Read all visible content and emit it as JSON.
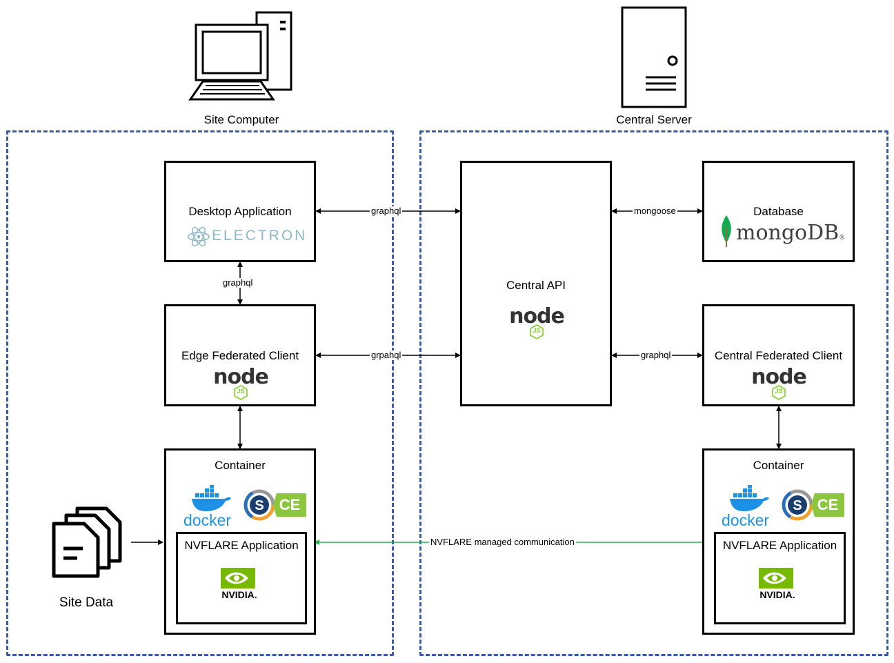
{
  "top": {
    "site_computer": "Site Computer",
    "central_server": "Central Server"
  },
  "site": {
    "desktop": {
      "title": "Desktop Application",
      "logo": "ELECTRON"
    },
    "edge": {
      "title": "Edge Federated Client"
    },
    "container": {
      "title": "Container",
      "docker": "docker",
      "ce": "CE"
    },
    "nvflare": {
      "title": "NVFLARE Application",
      "logo": "NVIDIA."
    },
    "data": {
      "label": "Site Data"
    }
  },
  "server": {
    "api": {
      "title": "Central API"
    },
    "database": {
      "title": "Database",
      "logo_a": "mongo",
      "logo_b": "DB",
      "logo_reg": "®"
    },
    "central_client": {
      "title": "Central Federated Client"
    },
    "container": {
      "title": "Container",
      "docker": "docker",
      "ce": "CE"
    },
    "nvflare": {
      "title": "NVFLARE Application",
      "logo": "NVIDIA."
    }
  },
  "nodejs": {
    "wordmark": "node",
    "badge": "JS"
  },
  "edges": {
    "desktop_api": "graphql",
    "desktop_edge": "graphql",
    "edge_api": "grpahql",
    "api_db": "mongoose",
    "api_central_client": "graphql",
    "nvflare_link": "NVFLARE managed communication"
  },
  "colors": {
    "region_border": "#3b5ba6",
    "nvflare_link": "#27b34a",
    "nvidia_green": "#76b900",
    "mongo_green": "#13aa52",
    "docker_blue": "#1d91e6",
    "electron": "#8fb8c4",
    "ce_green": "#8cc63f"
  }
}
